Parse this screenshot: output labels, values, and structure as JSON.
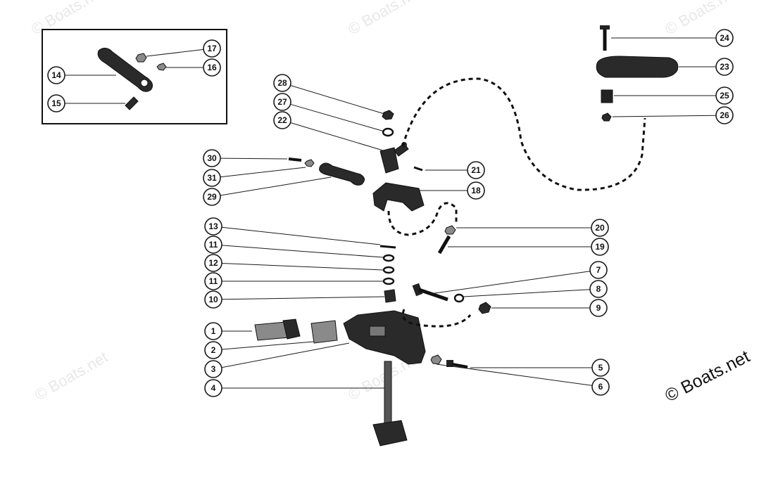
{
  "callouts": [
    {
      "id": "c1",
      "label": "1"
    },
    {
      "id": "c2",
      "label": "2"
    },
    {
      "id": "c3",
      "label": "3"
    },
    {
      "id": "c4",
      "label": "4"
    },
    {
      "id": "c5",
      "label": "5"
    },
    {
      "id": "c6",
      "label": "6"
    },
    {
      "id": "c7",
      "label": "7"
    },
    {
      "id": "c8",
      "label": "8"
    },
    {
      "id": "c9",
      "label": "9"
    },
    {
      "id": "c10",
      "label": "10"
    },
    {
      "id": "c11a",
      "label": "11"
    },
    {
      "id": "c11b",
      "label": "11"
    },
    {
      "id": "c12",
      "label": "12"
    },
    {
      "id": "c13",
      "label": "13"
    },
    {
      "id": "c14",
      "label": "14"
    },
    {
      "id": "c15",
      "label": "15"
    },
    {
      "id": "c16",
      "label": "16"
    },
    {
      "id": "c17",
      "label": "17"
    },
    {
      "id": "c18",
      "label": "18"
    },
    {
      "id": "c19",
      "label": "19"
    },
    {
      "id": "c20",
      "label": "20"
    },
    {
      "id": "c21",
      "label": "21"
    },
    {
      "id": "c22",
      "label": "22"
    },
    {
      "id": "c23",
      "label": "23"
    },
    {
      "id": "c24",
      "label": "24"
    },
    {
      "id": "c25",
      "label": "25"
    },
    {
      "id": "c26",
      "label": "26"
    },
    {
      "id": "c27",
      "label": "27"
    },
    {
      "id": "c28",
      "label": "28"
    },
    {
      "id": "c29",
      "label": "29"
    },
    {
      "id": "c30",
      "label": "30"
    },
    {
      "id": "c31",
      "label": "31"
    }
  ],
  "watermark": {
    "main": "© Boats.net",
    "faint": "© Boats.net"
  }
}
